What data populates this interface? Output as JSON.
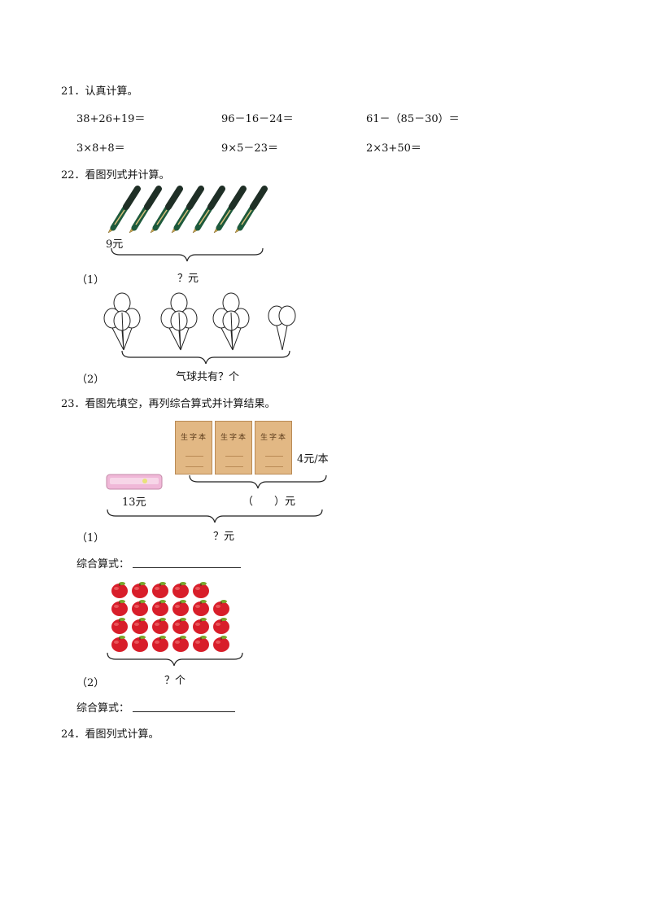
{
  "q21": {
    "title": "21．认真计算。",
    "expressions": [
      "38+26+19＝",
      "96－16－24＝",
      "61－（85－30）＝",
      "3×8+8＝",
      "9×5－23＝",
      "2×3+50＝"
    ]
  },
  "q22": {
    "title": "22．看图列式并计算。",
    "p1": {
      "label": "（1）",
      "price": "9元",
      "question": "？元"
    },
    "p2": {
      "label": "（2）",
      "question": "气球共有？个"
    }
  },
  "q23": {
    "title": "23．看图先填空，再列综合算式并计算结果。",
    "p1": {
      "label": "（1）",
      "book_title": "生字本",
      "book_price": "4元/本",
      "box_price": "13元",
      "blank": "（　　）元",
      "question": "？元",
      "formula_label": "综合算式："
    },
    "p2": {
      "label": "（2）",
      "question": "？个",
      "formula_label": "综合算式："
    }
  },
  "q24": {
    "title": "24．看图列式计算。"
  },
  "colors": {
    "pen_body": "#1e5a3c",
    "pen_nib": "#c9a650",
    "notebook": "#e2b884",
    "notebook_border": "#b98a55",
    "pencil_box": "#f0b8d8",
    "apple": "#d81e2a",
    "apple_leaf": "#7aa72e"
  }
}
